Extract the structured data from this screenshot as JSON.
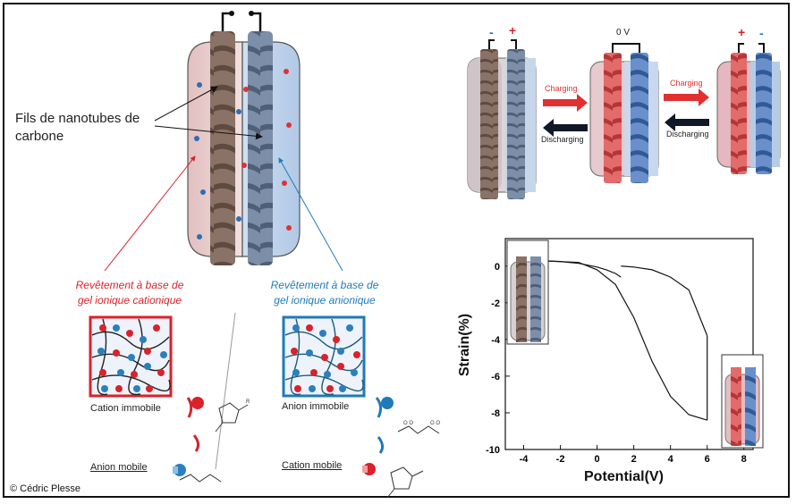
{
  "left_panel": {
    "nanotube_label": "Fils de nanotubes de carbone",
    "cationic_coating": "Revêtement à base de gel ionique cationique",
    "anionic_coating": "Revêtement à base de gel ionique anionique",
    "cation_immobile": "Cation immobile",
    "anion_immobile": "Anion immobile",
    "anion_mobile": "Anion mobile",
    "cation_mobile": "Cation mobile",
    "credit": "© Cédric Plesse"
  },
  "cycle_panel": {
    "state1_neg": "-",
    "state1_pos": "+",
    "state2_voltage": "0 V",
    "state3_pos": "+",
    "state3_neg": "-",
    "charging_1": "Charging",
    "discharging_1": "Discharging",
    "charging_2": "Charging",
    "discharging_2": "Discharging"
  },
  "chart_data": {
    "type": "line",
    "xlabel": "Potential(V)",
    "ylabel": "Strain(%)",
    "xlim": [
      -5,
      8.5
    ],
    "ylim": [
      -10,
      1.5
    ],
    "xticks": [
      -4,
      -2,
      0,
      2,
      4,
      6,
      8
    ],
    "yticks": [
      0,
      -2,
      -4,
      -6,
      -8,
      -10
    ],
    "series": [
      {
        "x": [
          -3.2,
          -2,
          -1,
          0,
          0.5,
          1,
          1.3
        ],
        "y": [
          0.3,
          0.25,
          0.15,
          -0.05,
          -0.2,
          -0.4,
          -0.6
        ]
      },
      {
        "x": [
          1.3,
          2,
          3,
          4,
          5,
          6
        ],
        "y": [
          0,
          -0.05,
          -0.2,
          -0.6,
          -1.3,
          -3.8
        ]
      },
      {
        "x": [
          -3.2,
          -1,
          0,
          1,
          2,
          3,
          4,
          5,
          6
        ],
        "y": [
          0.3,
          0.2,
          -0.2,
          -1,
          -2.8,
          -5.2,
          -7.1,
          -8.1,
          -8.4
        ]
      },
      {
        "x": [
          6,
          6
        ],
        "y": [
          -3.8,
          -8.4
        ]
      }
    ]
  },
  "colors": {
    "cation_red": "#d9222a",
    "anion_blue": "#1f7ab8",
    "arrow_red": "#e03030",
    "arrow_dark": "#111827"
  },
  "icons": [
    "fiber-red-icon",
    "fiber-blue-icon",
    "cation-molecule-icon",
    "anion-molecule-icon"
  ]
}
